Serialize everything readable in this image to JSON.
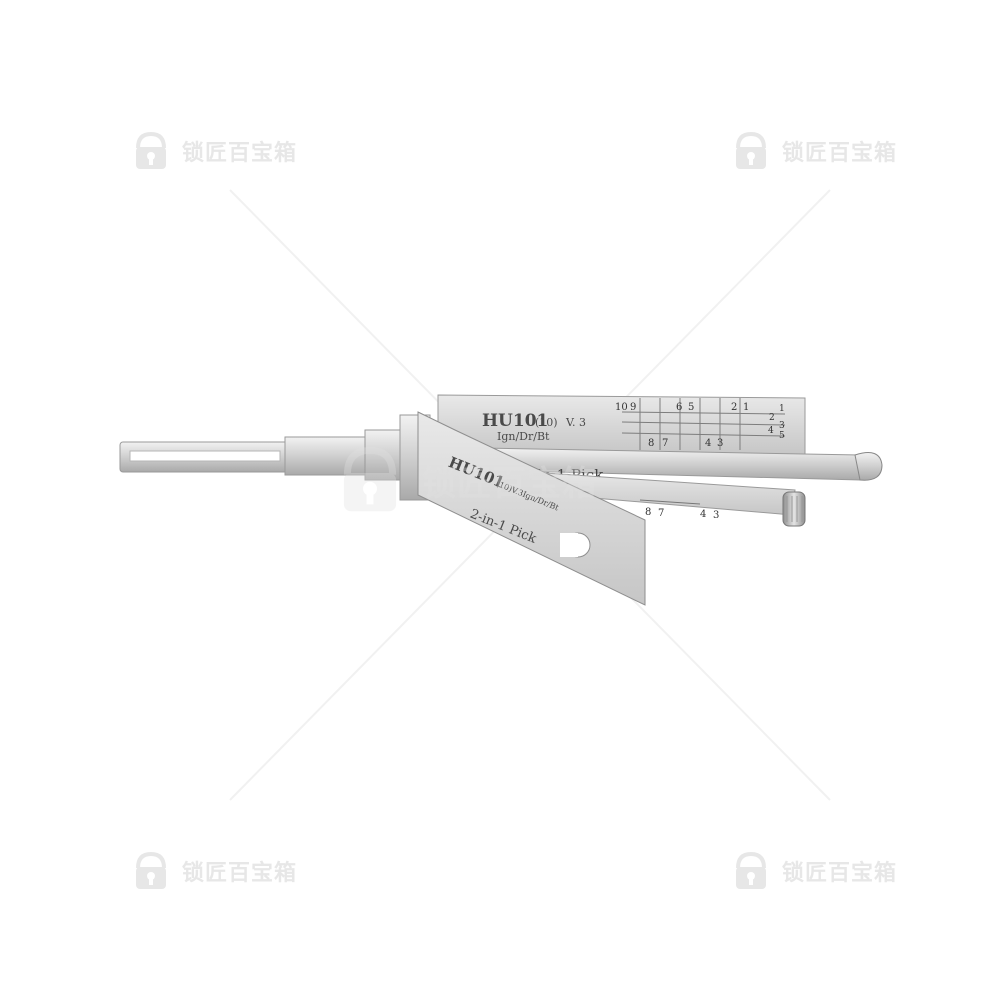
{
  "watermark": {
    "text": "锁匠百宝箱",
    "icon": "padlock-shield-icon",
    "color": "#d4d4d4"
  },
  "tool": {
    "model": "HU101",
    "model_sub": "(10)",
    "version": "V. 3",
    "usage": "Ign/Dr/Bt",
    "pick_label_top": "-in-1 Pick",
    "front_model": "HU101",
    "front_sub": "(10)V.3Ign/Dr/Bt",
    "front_pick_label": "2-in-1 Pick",
    "scale_top": [
      "10",
      "9",
      "6",
      "5",
      "2",
      "1"
    ],
    "scale_bottom": [
      "8",
      "7",
      "4",
      "3"
    ],
    "scale_right": [
      "1",
      "2",
      "3",
      "4",
      "5"
    ],
    "lower_scale": [
      "8",
      "7",
      "4",
      "3"
    ],
    "metal_color": "#d9d9d9"
  }
}
